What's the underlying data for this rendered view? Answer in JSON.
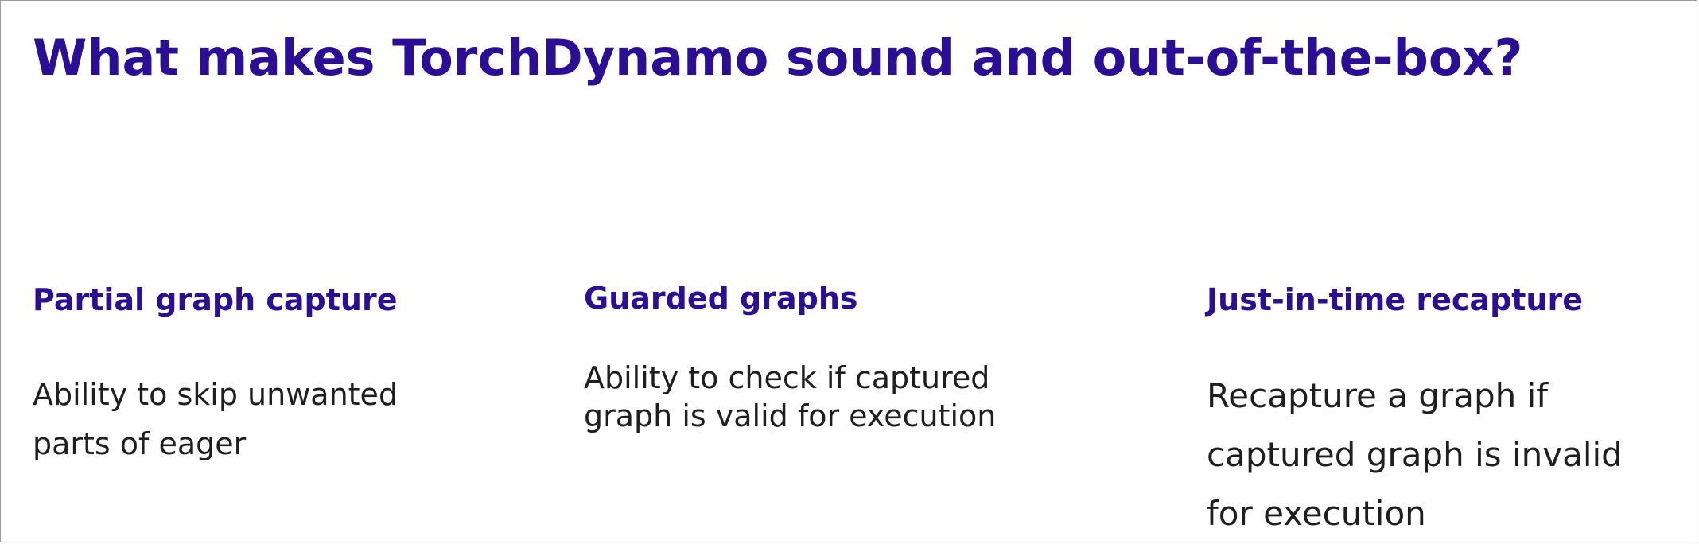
{
  "slide": {
    "title": "What makes TorchDynamo sound and out-of-the-box?",
    "columns": [
      {
        "heading": "Partial graph capture",
        "body_lines": [
          "Ability to skip unwanted",
          "parts of eager"
        ]
      },
      {
        "heading": "Guarded graphs",
        "body_lines": [
          "Ability to check if captured",
          "graph is valid for execution"
        ]
      },
      {
        "heading": "Just-in-time recapture",
        "body_lines": [
          "Recapture a graph if",
          "captured graph is invalid",
          "for execution"
        ]
      }
    ]
  },
  "colors": {
    "accent": "#2a0f96",
    "body_text": "#1e1e1e",
    "background": "#ffffff",
    "border": "#9a9a9a"
  }
}
